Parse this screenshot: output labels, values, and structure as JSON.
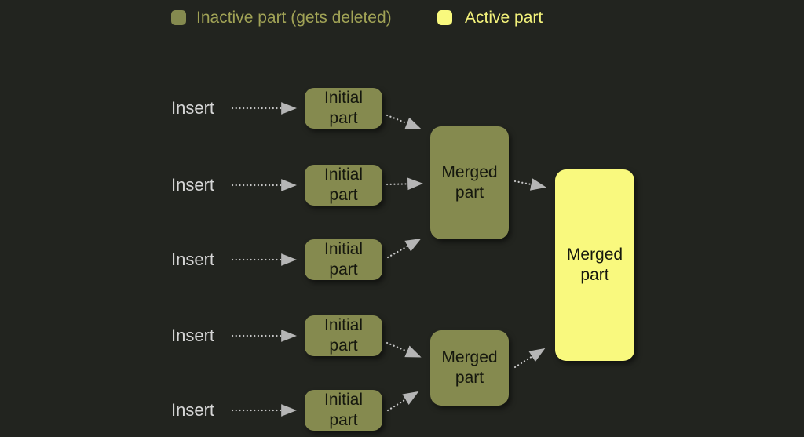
{
  "legend": {
    "inactive_label": "Inactive part (gets deleted)",
    "active_label": "Active part"
  },
  "colors": {
    "background": "#22241f",
    "inactive_part_fill": "#858a4f",
    "active_part_fill": "#f9f97e",
    "legend_inactive_text": "#a1a356",
    "legend_active_text": "#f3f27b",
    "insert_text": "#d6d6d6",
    "part_text": "#15170e",
    "arrow_dots": "#c6c6c6",
    "arrow_head": "#b5b5b5"
  },
  "diagram": {
    "inserts": [
      "Insert",
      "Insert",
      "Insert",
      "Insert",
      "Insert"
    ],
    "initial_parts": [
      "Initial\npart",
      "Initial\npart",
      "Initial\npart",
      "Initial\npart",
      "Initial\npart"
    ],
    "merged_inactive_parts": [
      "Merged\npart",
      "Merged\npart"
    ],
    "merged_active_part": "Merged\npart"
  }
}
